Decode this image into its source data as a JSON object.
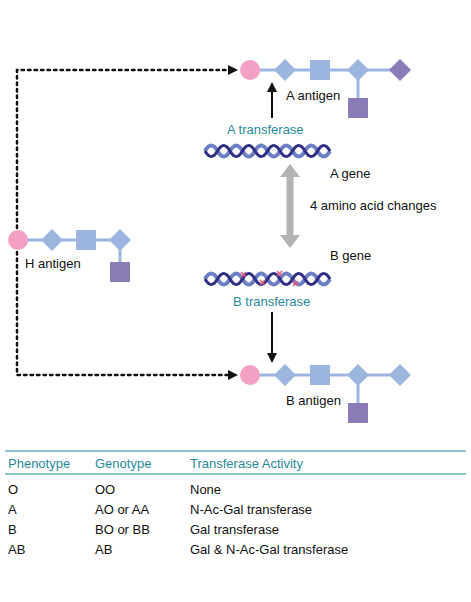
{
  "diagram": {
    "nodes": [
      {
        "text": [
          "A antigen"
        ]
      },
      {
        "text": [
          "A transferase",
          "A gene"
        ]
      },
      {
        "text": [
          "H antigen"
        ]
      },
      {
        "text": [
          "B gene",
          "B transferase"
        ]
      },
      {
        "text": [
          "B antigen"
        ]
      }
    ],
    "edges": [
      {
        "from": 2,
        "to": 0,
        "arrow": "to"
      },
      {
        "from": 1,
        "to": 0,
        "arrow": "to"
      },
      {
        "from": 1,
        "to": 3,
        "label": "4 amino acid changes",
        "arrow": "both"
      },
      {
        "from": 3,
        "to": 4,
        "arrow": "to"
      },
      {
        "from": 2,
        "to": 4,
        "arrow": "to"
      }
    ],
    "labels": [
      "Phenotype",
      "Genotype",
      "Transferase Activity",
      "O",
      "OO",
      "None",
      "A",
      "AO or AA",
      "N-Ac-Gal transferase",
      "B",
      "BO or BB",
      "Gal transferase",
      "AB",
      "AB",
      "Gal & N-Ac-Gal transferase"
    ]
  }
}
